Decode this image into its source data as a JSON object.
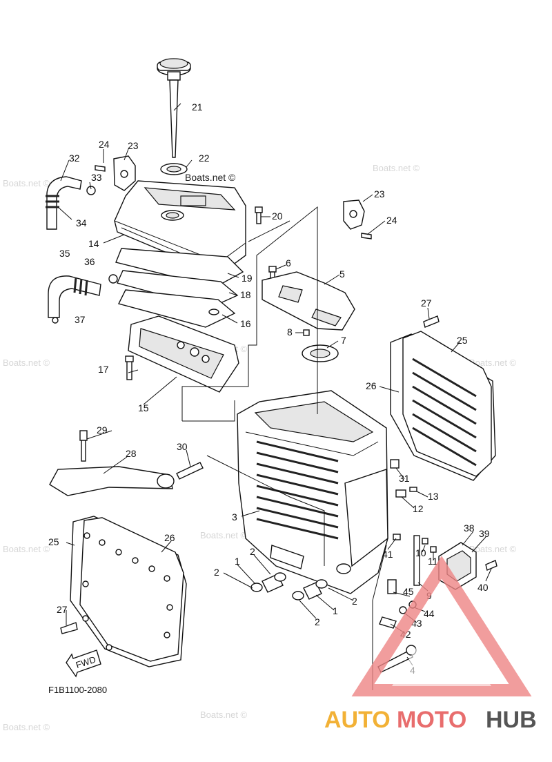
{
  "diagram": {
    "code": "F1B1100-2080",
    "fwd_label": "FWD",
    "watermark_main": "Boats.net ©",
    "watermark_faint": "Boats.net ©",
    "logo": {
      "part1": "AUTO",
      "part2": "MOTO",
      "part3": "HUB"
    },
    "callouts": {
      "c1a": "1",
      "c1b": "1",
      "c2a": "2",
      "c2b": "2",
      "c2c": "2",
      "c2d": "2",
      "c3": "3",
      "c4": "4",
      "c5": "5",
      "c6": "6",
      "c7": "7",
      "c8": "8",
      "c9": "9",
      "c10": "10",
      "c11": "11",
      "c12": "12",
      "c13": "13",
      "c14": "14",
      "c15": "15",
      "c16": "16",
      "c17": "17",
      "c18": "18",
      "c19": "19",
      "c20": "20",
      "c21": "21",
      "c22": "22",
      "c23a": "23",
      "c23b": "23",
      "c24a": "24",
      "c24b": "24",
      "c25a": "25",
      "c25b": "25",
      "c26a": "26",
      "c26b": "26",
      "c27a": "27",
      "c27b": "27",
      "c28": "28",
      "c29": "29",
      "c30": "30",
      "c31": "31",
      "c32": "32",
      "c33": "33",
      "c34": "34",
      "c35": "35",
      "c36": "36",
      "c37": "37",
      "c38": "38",
      "c39": "39",
      "c40": "40",
      "c41": "41",
      "c42": "42",
      "c43": "43",
      "c44": "44",
      "c45": "45"
    }
  }
}
